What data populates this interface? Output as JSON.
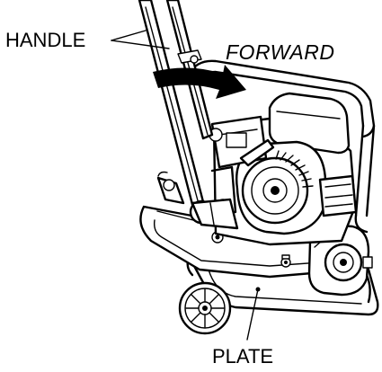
{
  "labels": {
    "handle": "HANDLE",
    "forward": "FORWARD",
    "plate": "PLATE"
  },
  "colors": {
    "line": "#000000",
    "background": "#ffffff",
    "arrow": "#000000"
  },
  "icons": {
    "direction_arrow": "curved-arrow-right-icon"
  }
}
